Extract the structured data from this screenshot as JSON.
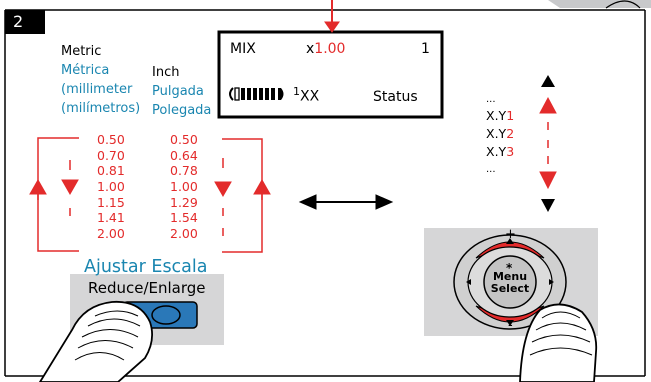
{
  "step": {
    "number": "2"
  },
  "headers": {
    "metric": "Metric",
    "metrica": "Métrica",
    "millimeter": "(millimeter",
    "milimetros": "(milímetros)",
    "inch": "Inch",
    "pulgada": "Pulgada",
    "polegada": "Polegada"
  },
  "metric_values": [
    "0.50",
    "0.70",
    "0.81",
    "1.00",
    "1.15",
    "1.41",
    "2.00"
  ],
  "inch_values": [
    "0.50",
    "0.64",
    "0.78",
    "1.00",
    "1.29",
    "1.54",
    "2.00"
  ],
  "lcd": {
    "mode": "MIX",
    "scale_prefix": "x",
    "scale_value": "1.00",
    "count": "1",
    "xx": "XX",
    "xx_superscript": "1",
    "status": "Status"
  },
  "scale_list": {
    "top_dots": "...",
    "items": [
      {
        "prefix": "X.Y",
        "num": "1"
      },
      {
        "prefix": "X.Y",
        "num": "2"
      },
      {
        "prefix": "X.Y",
        "num": "3"
      }
    ],
    "bottom_dots": "..."
  },
  "button": {
    "label_es": "Ajustar Escala",
    "label_en": "Reduce/Enlarge"
  },
  "dial": {
    "plus": "+",
    "minus": "-",
    "star": "*",
    "menu": "Menu",
    "select": "Select"
  },
  "colors": {
    "accent_red": "#e32b2b",
    "label_blue": "#1a86b0",
    "panel_gray": "#d4d5d7",
    "button_blue": "#2a78b8"
  }
}
